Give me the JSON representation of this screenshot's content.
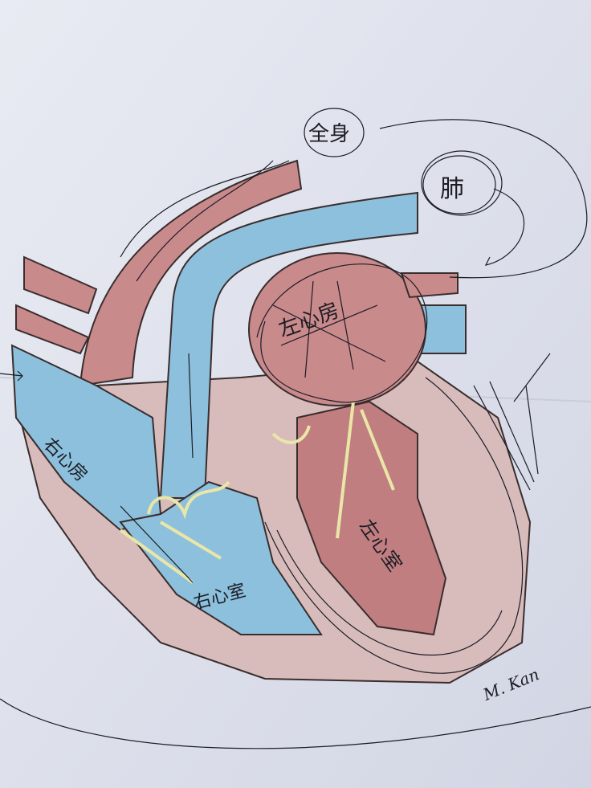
{
  "labels": {
    "whole_body": "全身",
    "lungs": "肺",
    "left_atrium": "左心房",
    "right_atrium": "右心房",
    "right_ventricle": "右心室",
    "left_ventricle": "左心室"
  },
  "signature": "M. Kan",
  "colors": {
    "paper": "#dfe3ee",
    "artery_red": "#c98a8c",
    "vein_blue": "#8cc0dc",
    "muscle": "#d7b3b3",
    "valve_yellow": "#e9e6a8",
    "ink": "#1c1c24"
  }
}
